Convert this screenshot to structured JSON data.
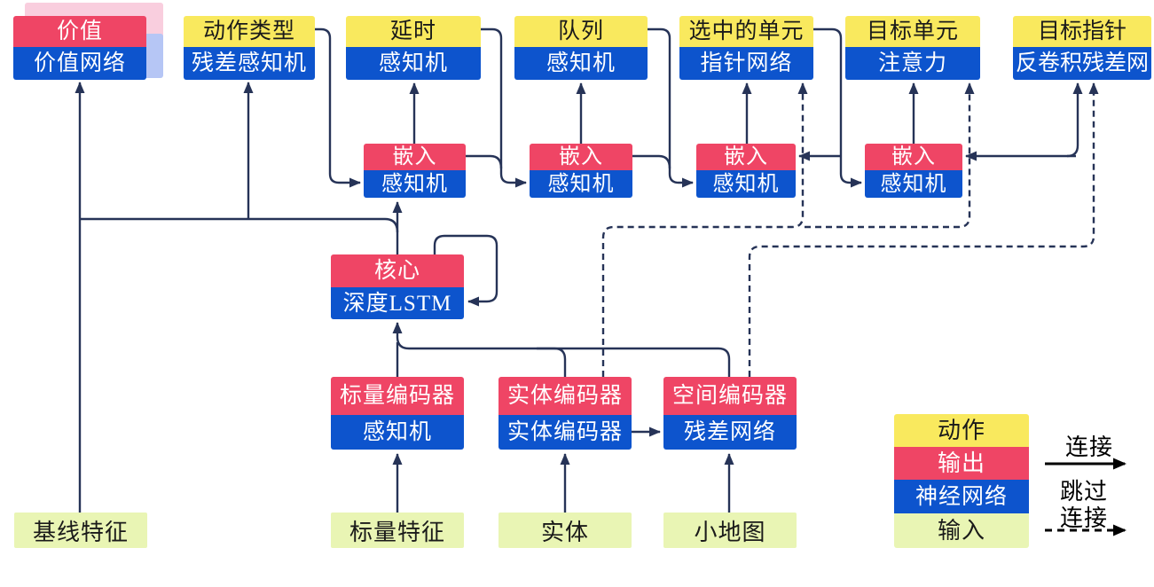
{
  "nodes": {
    "value": {
      "title": "价值",
      "subtitle": "价值网络"
    },
    "action_type": {
      "title": "动作类型",
      "subtitle": "残差感知机"
    },
    "delay": {
      "title": "延时",
      "subtitle": "感知机"
    },
    "queue": {
      "title": "队列",
      "subtitle": "感知机"
    },
    "selected_units": {
      "title": "选中的单元",
      "subtitle": "指针网络"
    },
    "target_unit": {
      "title": "目标单元",
      "subtitle": "注意力"
    },
    "target_point": {
      "title": "目标指针",
      "subtitle": "反卷积残差网"
    },
    "embed1": {
      "title": "嵌入",
      "subtitle": "感知机"
    },
    "embed2": {
      "title": "嵌入",
      "subtitle": "感知机"
    },
    "embed3": {
      "title": "嵌入",
      "subtitle": "感知机"
    },
    "embed4": {
      "title": "嵌入",
      "subtitle": "感知机"
    },
    "core": {
      "title": "核心",
      "subtitle": "深度LSTM"
    },
    "scalar_encoder": {
      "title": "标量编码器",
      "subtitle": "感知机"
    },
    "entity_encoder": {
      "title": "实体编码器",
      "subtitle": "实体编码器"
    },
    "spatial_encoder": {
      "title": "空间编码器",
      "subtitle": "残差网络"
    },
    "baseline_features": {
      "label": "基线特征"
    },
    "scalar_features": {
      "label": "标量特征"
    },
    "entities": {
      "label": "实体"
    },
    "minimap": {
      "label": "小地图"
    }
  },
  "legend": {
    "action": "动作",
    "output": "输出",
    "network": "神经网络",
    "input": "输入",
    "connection": "连接",
    "skip_line1": "跳过",
    "skip_line2": "连接"
  },
  "colors": {
    "action_yellow": "#f9e95e",
    "output_red": "#ef4565",
    "network_blue": "#0d54cd",
    "input_green": "#e9f5b4",
    "line_navy": "#263357",
    "legend_arrow_black": "#000000",
    "value_shadow_pink": "#f9cede",
    "value_shadow_lavender": "#b6c6f5"
  }
}
